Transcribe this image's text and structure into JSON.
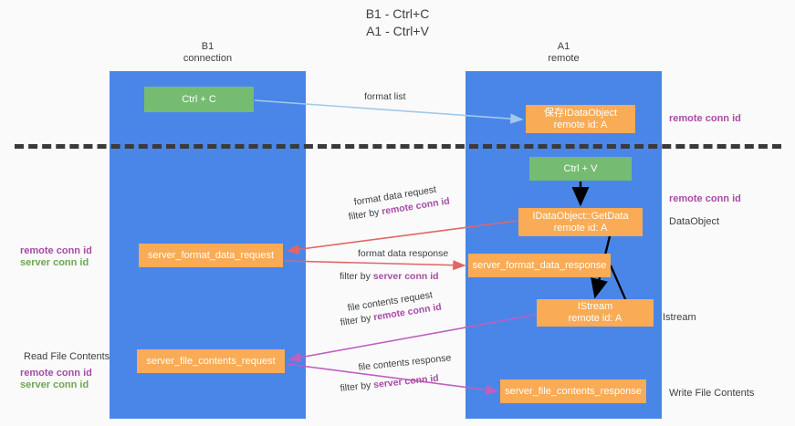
{
  "title": "B1 - Ctrl+C\nA1 - Ctrl+V",
  "columns": {
    "left": {
      "name": "B1",
      "role": "connection",
      "header": "B1\nconnection"
    },
    "right": {
      "name": "A1",
      "role": "remote",
      "header": "A1\nremote"
    }
  },
  "nodes": {
    "ctrl_c": {
      "label": "Ctrl + C",
      "color": "#76bb72"
    },
    "dataobject_saved": {
      "label": "保存IDataObject\nremote id: A",
      "color": "#f9ab55"
    },
    "ctrl_v": {
      "label": "Ctrl + V",
      "color": "#76bb72"
    },
    "getdata": {
      "label": "IDataObject::GetData\nremote id: A",
      "color": "#f9ab55"
    },
    "server_format_data_request": {
      "label": "server_format_data_request",
      "color": "#f9ab55"
    },
    "server_format_data_response": {
      "label": "server_format_data_response",
      "color": "#f9ab55"
    },
    "istream": {
      "label": "IStream\nremote id: A",
      "color": "#f9ab55"
    },
    "server_file_contents_request": {
      "label": "server_file_contents_request",
      "color": "#f9ab55"
    },
    "server_file_contents_response": {
      "label": "server_file_contents_response",
      "color": "#f9ab55"
    }
  },
  "edges": {
    "format_list": {
      "label": "format list",
      "color": "#a2c9ea"
    },
    "format_data_request": {
      "line1": "format data request",
      "filter_prefix": "filter by ",
      "filter_key": "remote conn id",
      "color": "#e06666"
    },
    "format_data_response": {
      "line1": "format data response",
      "filter_prefix": "filter by ",
      "filter_key": "server conn id",
      "color": "#e06666"
    },
    "file_contents_request": {
      "line1": "file contents request",
      "filter_prefix": "filter by ",
      "filter_key": "remote conn id",
      "color": "#c martha"
    },
    "file_contents_response": {
      "line1": "file contents response",
      "filter_prefix": "filter by ",
      "filter_key": "server conn id",
      "color": "#bf5fbf"
    }
  },
  "annotations": {
    "right_remote_conn_id_top": "remote conn id",
    "right_remote_conn_id_mid": "remote conn id",
    "right_dataobject": "DataObject",
    "right_istream": "Istream",
    "right_write_file_contents": "Write File Contents",
    "left_remote_conn_id_top": "remote conn id",
    "left_server_conn_id_top": "server conn id",
    "left_read_file_contents": "Read File Contents",
    "left_remote_conn_id_bottom": "remote conn id",
    "left_server_conn_id_bottom": "server conn id"
  },
  "colors": {
    "lane": "#4a86e8",
    "green_node": "#76bb72",
    "orange_node": "#f9ab55",
    "purple_text": "#a64ca6",
    "green_text": "#6aa84f",
    "red_arrow": "#e06666",
    "magenta_arrow": "#bf5fbf",
    "light_blue_arrow": "#a2c9ea",
    "dashed_line": "#3a3a3a",
    "background": "#fafafa"
  }
}
